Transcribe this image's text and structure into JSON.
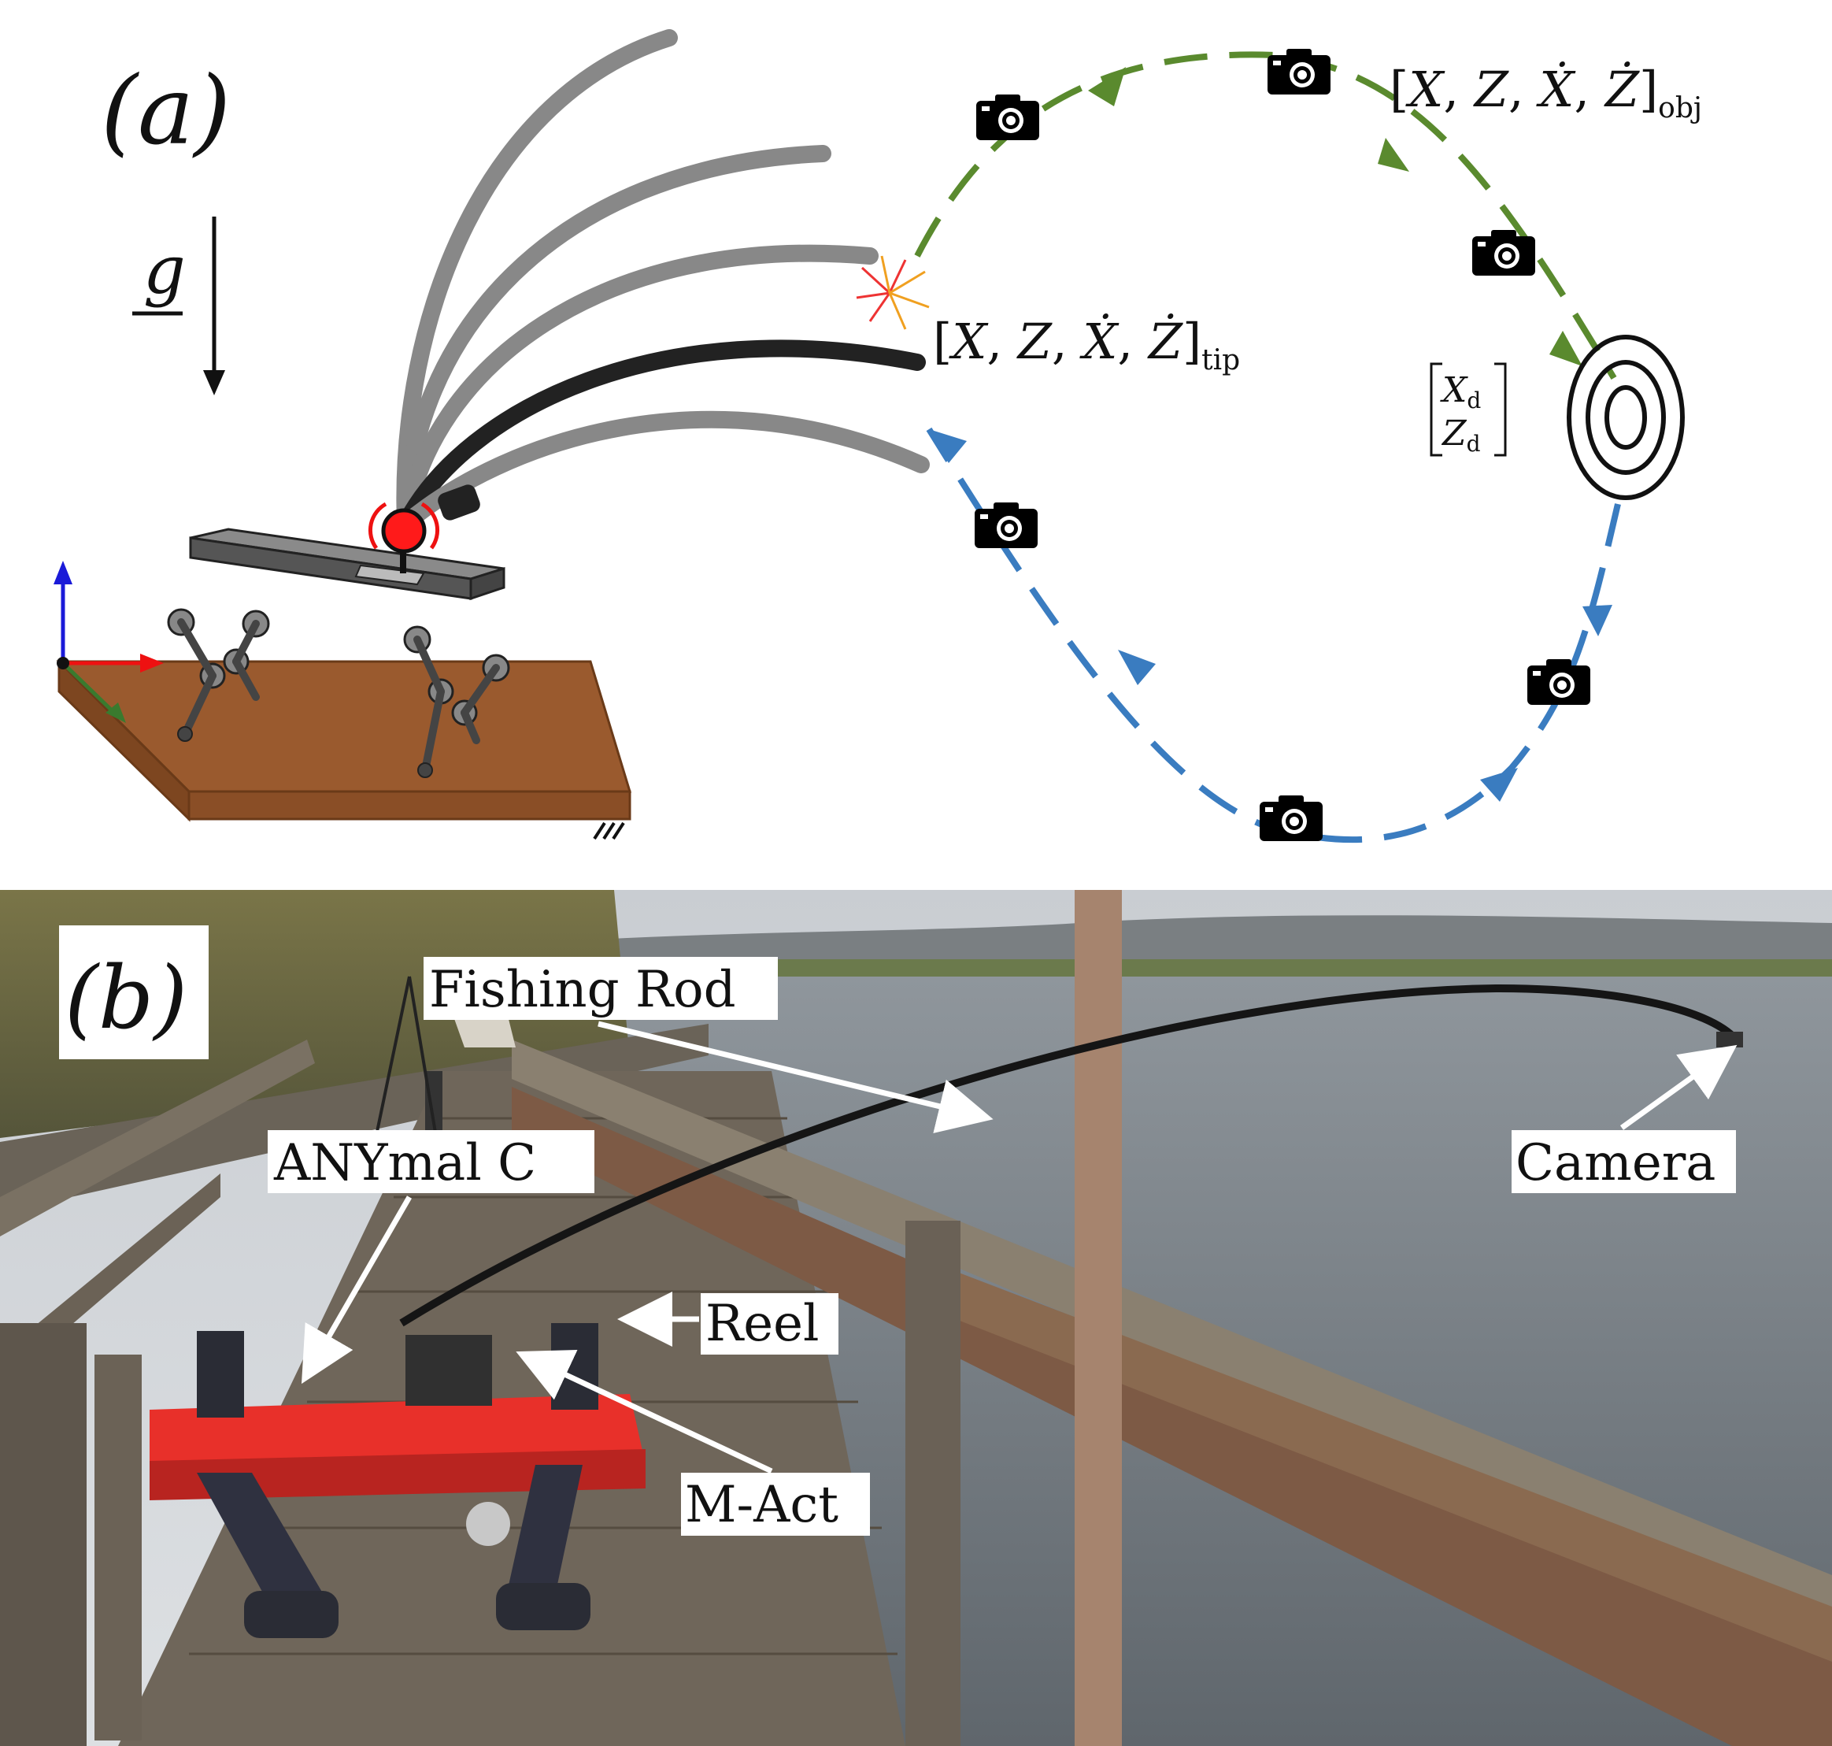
{
  "panel_a": {
    "label": "(a)",
    "gravity_symbol": "g",
    "tip_state": {
      "open": "[",
      "x": "X",
      "sep1": ", ",
      "z": "Z",
      "sep2": ", ",
      "xd": "Ẋ",
      "sep3": ", ",
      "zd": "Ż",
      "close": "]",
      "subscript": "tip"
    },
    "obj_state": {
      "open": "[",
      "x": "X",
      "sep1": ", ",
      "z": "Z",
      "sep2": ", ",
      "xd": "Ẋ",
      "sep3": ", ",
      "zd": "Ż",
      "close": "]",
      "subscript": "obj"
    },
    "target": {
      "x_sym": "X",
      "x_sub": "d",
      "z_sym": "Z",
      "z_sub": "d"
    },
    "colors": {
      "throw_path": "#5a8a2e",
      "return_path": "#3a7cc0",
      "ground": "#9a5a2e",
      "pivot": "#ff1a1a",
      "axis_x": "#e11",
      "axis_y": "#1a1ad8",
      "axis_z": "#3a7a2e"
    }
  },
  "panel_b": {
    "label": "(b)",
    "callouts": {
      "fishing_rod": "Fishing Rod",
      "anymal": "ANYmal C",
      "reel": "Reel",
      "m_act": "M-Act",
      "camera": "Camera"
    }
  }
}
